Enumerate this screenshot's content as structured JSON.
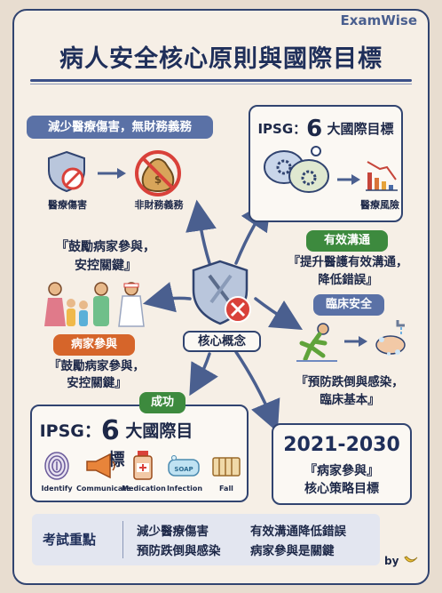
{
  "brand": "ExamWise",
  "title": "病人安全核心原則與國際目標",
  "harm": {
    "heading": "減少醫療傷害，無財務義務",
    "left_label": "醫療傷害",
    "right_label": "非財務義務"
  },
  "quote_top": [
    "『鼓勵病家參與，",
    "安控關鍵』"
  ],
  "ipsg_top": {
    "prefix": "IPSG：",
    "number": "6",
    "suffix": "大國際目標",
    "chart_label": "醫療風險"
  },
  "communication": {
    "tag": "有效溝通",
    "text": [
      "『提升醫護有效溝通，",
      "降低錯誤』"
    ]
  },
  "clinical": {
    "tag": "臨床安全",
    "text": [
      "『預防跌倒與感染，",
      "臨床基本』"
    ]
  },
  "core": "核心概念",
  "family": {
    "tag": "病家參與",
    "text": [
      "『鼓勵病家參與，",
      "安控關鍵』"
    ]
  },
  "success_tag": "成功",
  "ipsg_bottom": {
    "prefix": "IPSG：",
    "number": "6",
    "suffix": "大國際目標",
    "icons": [
      "Identify",
      "Communicate",
      "Medication",
      "Infection",
      "Fall"
    ],
    "soap": "SOAP"
  },
  "strategy": {
    "years": "2021-2030",
    "lines": [
      "『病家參與』",
      "核心策略目標"
    ]
  },
  "exam": {
    "label": "考試重點",
    "items": [
      "減少醫療傷害",
      "有效溝通降低錯誤",
      "預防跌倒與感染",
      "病家參與是關鍵"
    ]
  },
  "signature": "by",
  "colors": {
    "navy": "#314470",
    "green": "#3d8a3e",
    "blue": "#5a71a6",
    "orange": "#d6652a",
    "red": "#d9413a"
  }
}
